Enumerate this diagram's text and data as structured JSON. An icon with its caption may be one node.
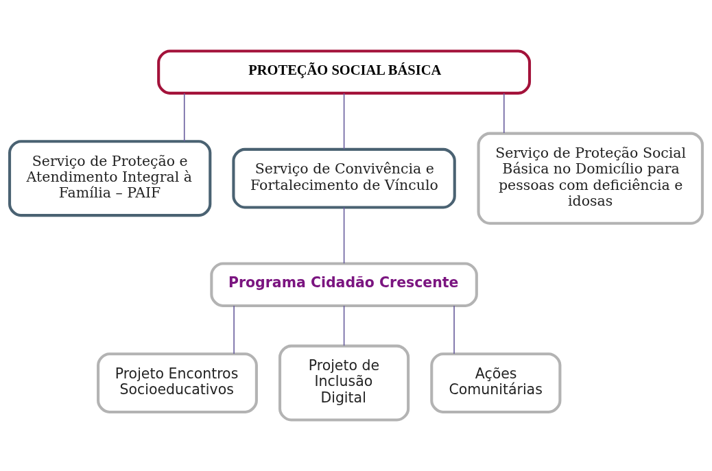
{
  "diagram": {
    "nodes": [
      {
        "text": [
          "PROTEÇÃO SOCIAL BÁSICA"
        ]
      },
      {
        "text": [
          "Serviço de Proteção e Atendimento Integral à Família – PAIF"
        ]
      },
      {
        "text": [
          "Serviço de Convivência e Fortalecimento de Vínculo"
        ]
      },
      {
        "text": [
          "Serviço de Proteção Social Básica no Domicílio para pessoas com deficiência e idosas"
        ]
      },
      {
        "text": [
          "Programa Cidadão Crescente"
        ]
      },
      {
        "text": [
          "Projeto Encontros Socioeducativos"
        ]
      },
      {
        "text": [
          "Projeto de Inclusão Digital"
        ]
      },
      {
        "text": [
          "Ações Comunitárias"
        ]
      }
    ],
    "edges": [
      {
        "from": 0,
        "to": 1,
        "arrow": "none"
      },
      {
        "from": 0,
        "to": 2,
        "arrow": "none"
      },
      {
        "from": 0,
        "to": 3,
        "arrow": "none"
      },
      {
        "from": 2,
        "to": 4,
        "arrow": "none"
      },
      {
        "from": 4,
        "to": 5,
        "arrow": "none"
      },
      {
        "from": 4,
        "to": 6,
        "arrow": "none"
      },
      {
        "from": 4,
        "to": 7,
        "arrow": "none"
      }
    ]
  }
}
